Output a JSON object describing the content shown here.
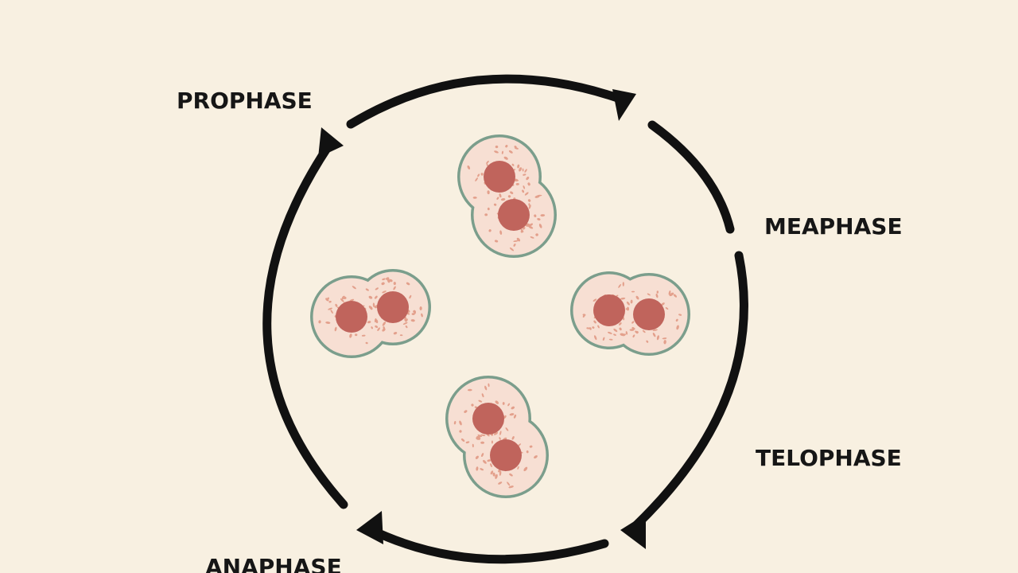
{
  "diagram": {
    "phases": [
      {
        "id": "prophase",
        "label": "PROPHASE"
      },
      {
        "id": "metaphase",
        "label": "MEAPHASE"
      },
      {
        "id": "telophase",
        "label": "TELOPHASE"
      },
      {
        "id": "anaphase",
        "label": "ANAPHASE"
      }
    ],
    "cells": [
      {
        "id": "cell-top",
        "depicts": "dividing-cell"
      },
      {
        "id": "cell-left",
        "depicts": "dividing-cell"
      },
      {
        "id": "cell-right",
        "depicts": "dividing-cell"
      },
      {
        "id": "cell-bottom",
        "depicts": "dividing-cell"
      }
    ]
  },
  "colors": {
    "background": "#f8f0e1",
    "ring": "#111111",
    "cell_fill": "#f7dfd3",
    "cell_outline": "#7b9e8c",
    "nucleus": "#c0645c",
    "granule": "#e3a08c",
    "label": "#161616"
  }
}
